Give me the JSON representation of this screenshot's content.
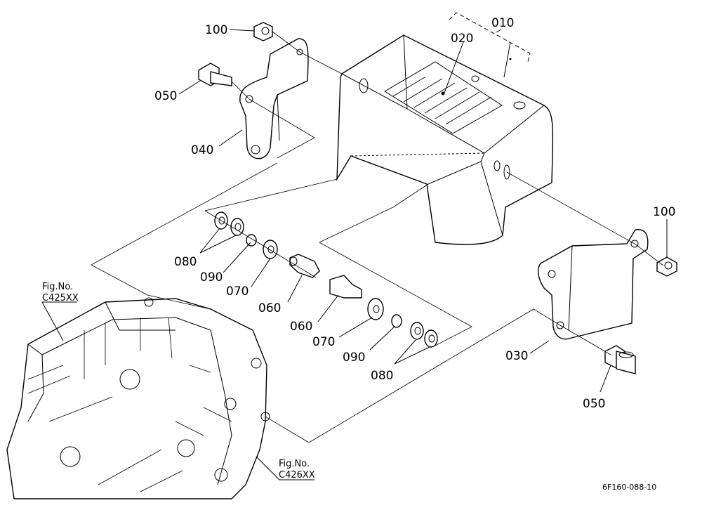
{
  "callouts": {
    "c010": "010",
    "c020": "020",
    "c030": "030",
    "c040": "040",
    "c050_left": "050",
    "c050_right": "050",
    "c060_left": "060",
    "c060_right": "060",
    "c070_left": "070",
    "c070_right": "070",
    "c080_left": "080",
    "c080_right": "080",
    "c090_left": "090",
    "c090_right": "090",
    "c100_left": "100",
    "c100_right": "100"
  },
  "figure_refs": {
    "ref1_label": "Fig.No.",
    "ref1_code": "C425XX",
    "ref2_label": "Fig.No.",
    "ref2_code": "C426XX"
  },
  "drawing_code": "6F160-088-10"
}
